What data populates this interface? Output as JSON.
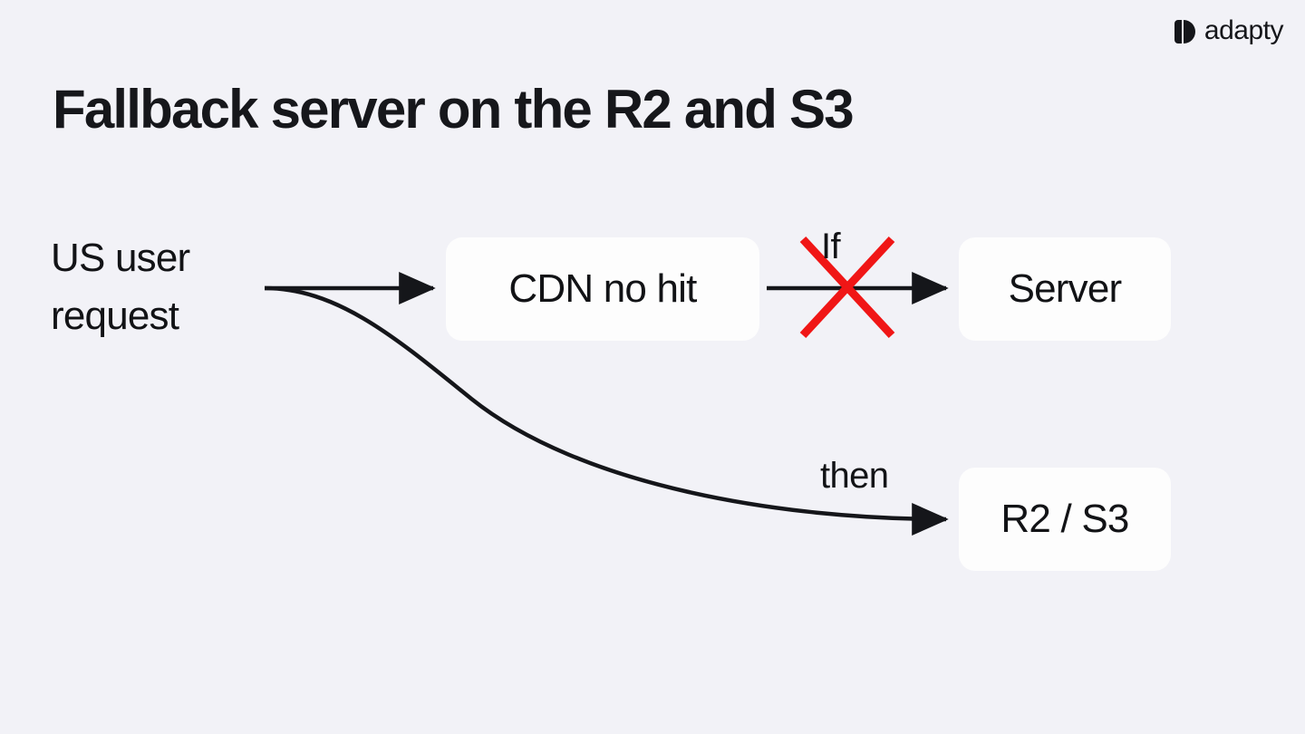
{
  "brand": {
    "name": "adapty",
    "mark_icon": "adapty-logo-icon"
  },
  "header": {
    "title": "Fallback server on the R2 and S3"
  },
  "diagram": {
    "type": "flowchart",
    "source": {
      "label_line1": "US user",
      "label_line2": "request"
    },
    "nodes": [
      {
        "id": "cdn",
        "label": "CDN no hit"
      },
      {
        "id": "server",
        "label": "Server"
      },
      {
        "id": "r2s3",
        "label": "R2 / S3"
      }
    ],
    "edges": [
      {
        "id": "source-to-cdn",
        "label": "",
        "style": "straight-arrow",
        "blocked": false
      },
      {
        "id": "cdn-to-server",
        "label": "If",
        "style": "straight-arrow",
        "blocked": true
      },
      {
        "id": "source-to-r2s3",
        "label": "then",
        "style": "curved-arrow",
        "blocked": false
      }
    ],
    "annotations": [
      {
        "id": "blocked-cross",
        "icon": "red-x-cross",
        "color": "#f01616"
      }
    ]
  },
  "colors": {
    "background": "#f2f2f7",
    "node_fill": "#fdfdfd",
    "text": "#121316",
    "stroke": "#15161a",
    "error": "#f01616"
  }
}
